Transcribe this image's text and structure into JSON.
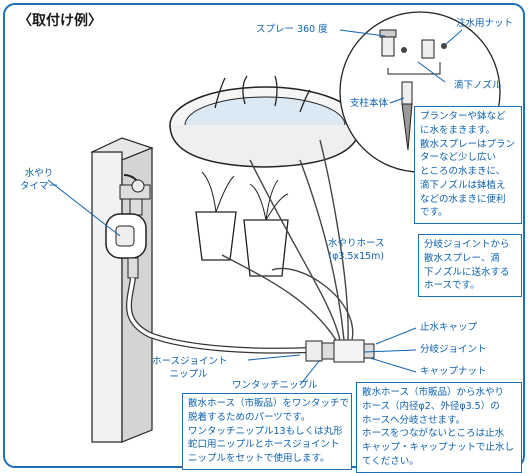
{
  "title": "〈取付け例〉",
  "labels": {
    "spray360": "スプレー 360 度",
    "stop_nut": "注水用ナット",
    "drip_nozzle": "滴下ノズル",
    "stake_body": "支柱本体",
    "timer_line1": "水やり",
    "timer_line2": "タイマー",
    "hose_line1": "水やりホース",
    "hose_line2": "(φ3.5x15m)",
    "stop_cap": "止水キャップ",
    "branch_joint": "分岐ジョイント",
    "cap_nut": "キャップナット",
    "hose_joint_line1": "ホースジョイント",
    "hose_joint_line2": "ニップル",
    "onetouch_nipple": "ワンタッチニップル"
  },
  "notes": {
    "planter": [
      "プランターや鉢など",
      "に水をまきます。",
      "散水スプレーはプラン",
      "ターなど少し広い",
      "ところの水まきに、",
      "滴下ノズルは鉢植え",
      "などの水まきに便利",
      "です。"
    ],
    "branch": [
      "分岐ジョイントから",
      "散水スプレー、滴",
      "下ノズルに送水する",
      "ホースです。"
    ],
    "onetouch": [
      "散水ホース（市販品）をワンタッチで",
      "脱着するためのパーツです。",
      "ワンタッチニップル13もしくは丸形",
      "蛇口用ニップルとホースジョイント",
      "ニップルをセットで使用します。"
    ],
    "hose": [
      "散水ホース（市販品）から水やり",
      "ホース（内径φ2、外径φ3.5）の",
      "ホースへ分岐させます。",
      "ホースをつながないところは止水",
      "キャップ・キャップナットで止水し",
      "てください。"
    ]
  }
}
